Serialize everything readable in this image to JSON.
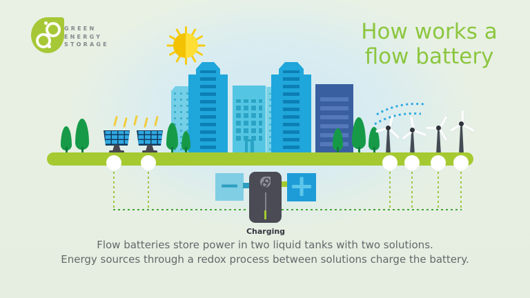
{
  "brand": {
    "line1": "GREEN",
    "line2": "ENERGY",
    "line3": "STORAGE"
  },
  "title": {
    "line1": "How works a",
    "line2": "flow battery"
  },
  "diagram": {
    "minus": "−",
    "plus": "+",
    "charging_label": "Charging"
  },
  "caption": {
    "line1": "Flow batteries store power in two liquid tanks with two solutions.",
    "line2": "Energy sources through a redox process between solutions charge the battery."
  },
  "colors": {
    "accent_green": "#8CC63F",
    "ground_green": "#A5CA31",
    "logo_leaf_green": "#A6C837",
    "tree_green": "#169A48",
    "sky_blue": "#2BA9E1",
    "building_blue": "#1FA6DB",
    "building_cyan": "#54C6E3",
    "building_navy": "#3A5FA1",
    "battery_dark": "#4A4B55",
    "minus_tank_blue": "#80CEE4",
    "plus_tank_blue": "#1E9CD8",
    "sun_yellow": "#F6CC14",
    "text_gray": "#64676A"
  },
  "icons": {
    "logo": "leaf-infinity-icon",
    "sun": "sun-icon",
    "battery": "battery-icon",
    "battery_leaf": "leaf-icon",
    "solar": "solar-panel-icon",
    "turbine": "wind-turbine-icon"
  }
}
